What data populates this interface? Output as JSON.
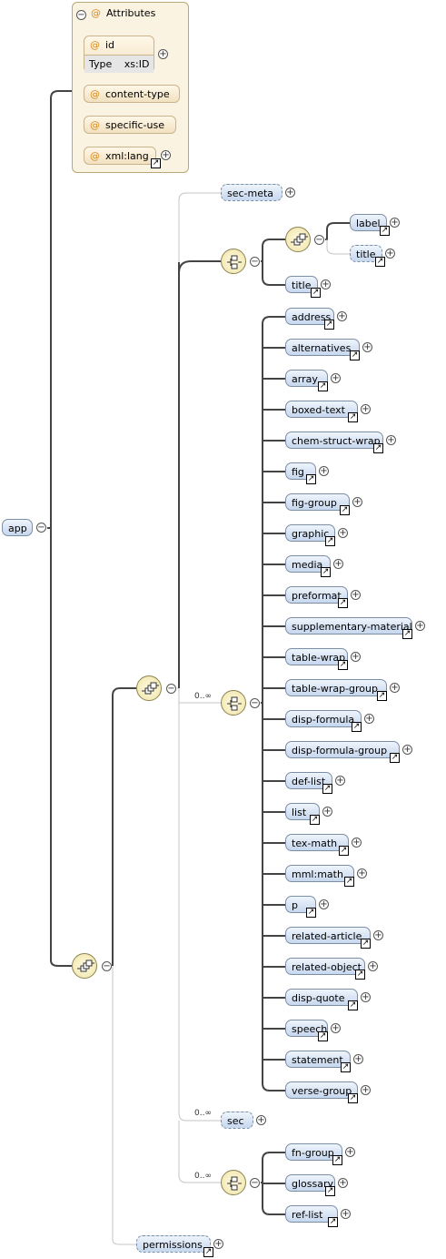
{
  "root_element": "app",
  "attributes": {
    "header": "Attributes",
    "id": {
      "name": "id",
      "type_label": "Type",
      "type_value": "xs:ID"
    },
    "items": [
      "content-type",
      "specific-use",
      "xml:lang"
    ]
  },
  "cardinality": {
    "zero_or_more": "0..∞"
  },
  "elements": {
    "sec_meta": "sec-meta",
    "label": "label",
    "title_inner": "title",
    "title": "title",
    "choice_items": [
      "address",
      "alternatives",
      "array",
      "boxed-text",
      "chem-struct-wrap",
      "fig",
      "fig-group",
      "graphic",
      "media",
      "preformat",
      "supplementary-material",
      "table-wrap",
      "table-wrap-group",
      "disp-formula",
      "disp-formula-group",
      "def-list",
      "list",
      "tex-math",
      "mml:math",
      "p",
      "related-article",
      "related-object",
      "disp-quote",
      "speech",
      "statement",
      "verse-group"
    ],
    "sec": "sec",
    "back_items": [
      "fn-group",
      "glossary",
      "ref-list"
    ],
    "permissions": "permissions"
  },
  "symbols": {
    "expand": "+",
    "collapse": "−",
    "attribute_marker": "@",
    "ref_arrow": "↗"
  }
}
